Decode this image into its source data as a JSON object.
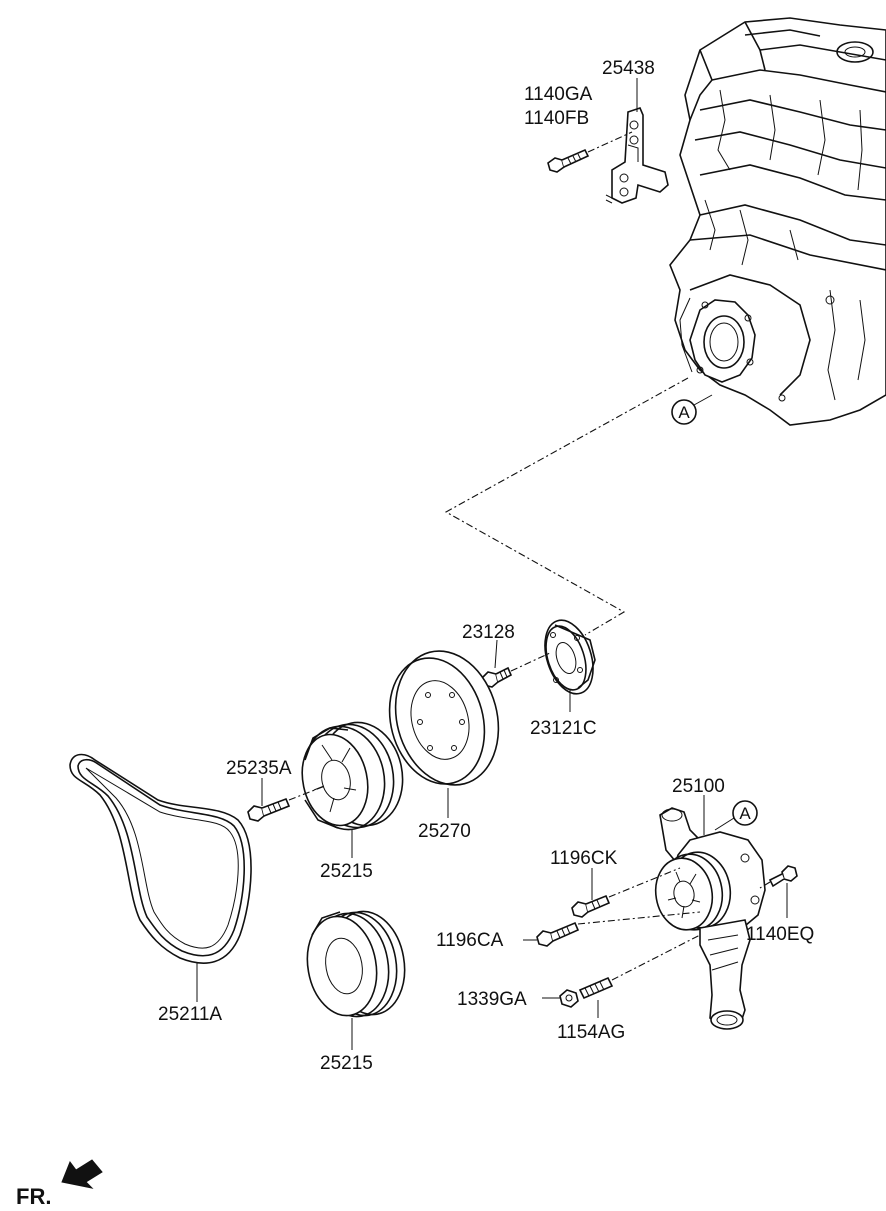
{
  "labels": {
    "p25438": "25438",
    "p1140GA": "1140GA",
    "p1140FB": "1140FB",
    "p23128": "23128",
    "p23121C": "23121C",
    "p25235A": "25235A",
    "p25270": "25270",
    "p25215_upper": "25215",
    "p25215_lower": "25215",
    "p25211A": "25211A",
    "p25100": "25100",
    "p1196CK": "1196CK",
    "p1196CA": "1196CA",
    "p1140EQ": "1140EQ",
    "p1339GA": "1339GA",
    "p1154AG": "1154AG"
  },
  "callouts": {
    "engine": "A",
    "pump": "A"
  },
  "direction": {
    "text": "FR."
  }
}
